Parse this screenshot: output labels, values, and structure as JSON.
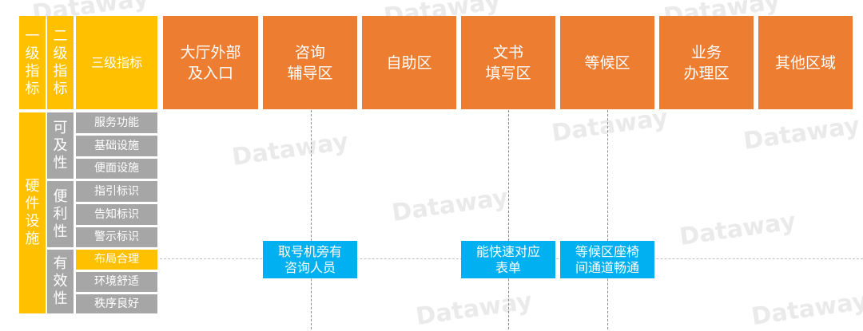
{
  "header": {
    "level1": "一\n级\n指\n标",
    "level2": "二\n级\n指\n标",
    "level3": "三级指标",
    "zones": [
      {
        "label": "大厅外部\n及入口"
      },
      {
        "label": "咨询\n辅导区"
      },
      {
        "label": "自助区"
      },
      {
        "label": "文书\n填写区"
      },
      {
        "label": "等候区"
      },
      {
        "label": "业务\n办理区"
      },
      {
        "label": "其他区域"
      }
    ]
  },
  "hierarchy": {
    "level1": "硬\n件\n设\n施",
    "groups": [
      {
        "label": "可\n及\n性",
        "items": [
          "服务功能",
          "基础设施",
          "便面设施"
        ]
      },
      {
        "label": "便\n利\n性",
        "items": [
          "指引标识",
          "告知标识",
          "警示标识"
        ]
      },
      {
        "label": "有\n效\n性",
        "items": [
          "布局合理",
          "环境舒适",
          "秩序良好"
        ]
      }
    ]
  },
  "notes": [
    {
      "text": "取号机旁有\n咨询人员"
    },
    {
      "text": "能快速对应\n表单"
    },
    {
      "text": "等候区座椅\n间通道畅通"
    }
  ],
  "watermark": "Dataway",
  "colors": {
    "yellow": "#FFC000",
    "orange": "#ED7D31",
    "grey": "#A6A6A6",
    "blue": "#00B0F0"
  }
}
